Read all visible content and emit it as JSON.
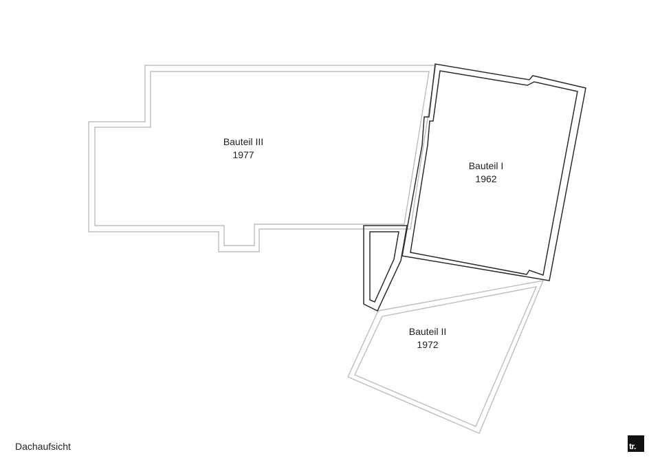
{
  "plan": {
    "buildings": [
      {
        "name": "Bauteil III",
        "year": "1977"
      },
      {
        "name": "Bauteil I",
        "year": "1962"
      },
      {
        "name": "Bauteil II",
        "year": "1972"
      }
    ]
  },
  "caption": "Dachaufsicht",
  "logo": {
    "text": "tr."
  },
  "colors": {
    "outline_light": "#bdbdbd",
    "outline_dark": "#2b2b2b",
    "text": "#1e1e1e",
    "logo_bg": "#111111"
  }
}
